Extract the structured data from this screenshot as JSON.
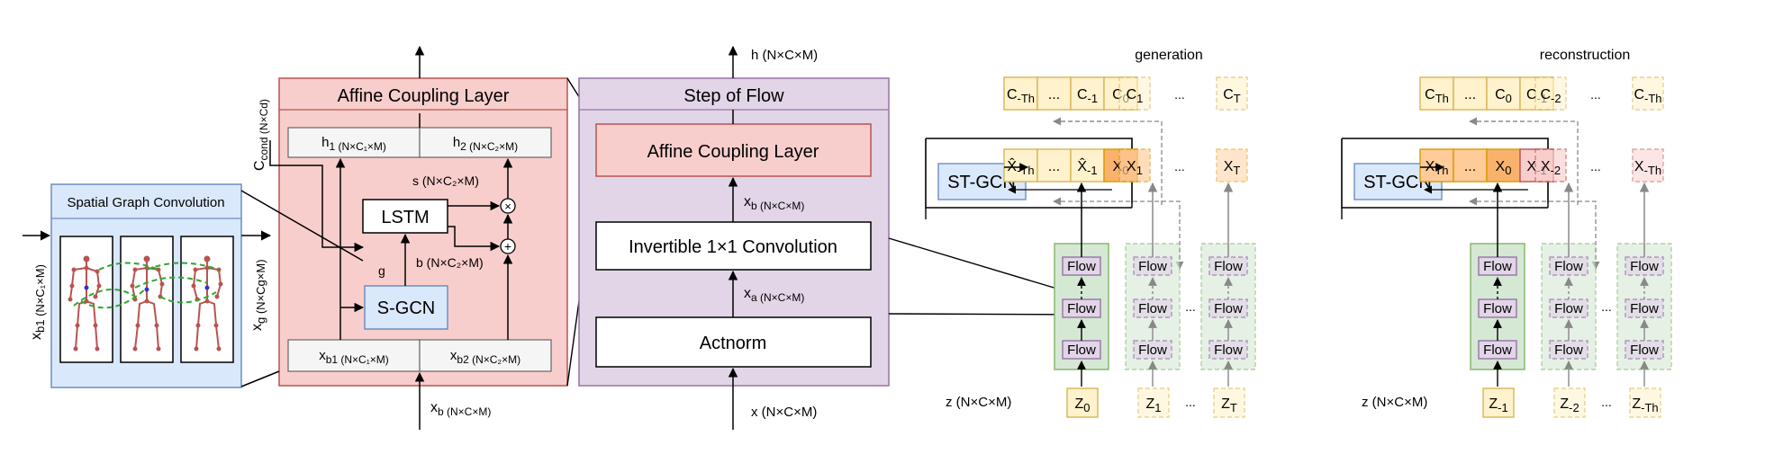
{
  "scgn": {
    "title": "Spatial Graph Convolution",
    "input_main": "x",
    "input_sub": "b1 (N×C₁×M)",
    "output_main": "x",
    "output_sub": "g (N×Cg×M)"
  },
  "acl": {
    "title": "Affine Coupling Layer",
    "cond_main": "C",
    "cond_sub": "cond (N×Cd)",
    "h1_main": "h",
    "h1_sub": "1 (N×C₁×M)",
    "h2_main": "h",
    "h2_sub": "2 (N×C₂×M)",
    "xb1_main": "x",
    "xb1_sub": "b1 (N×C₁×M)",
    "xb2_main": "x",
    "xb2_sub": "b2 (N×C₂×M)",
    "lstm": "LSTM",
    "sgcn": "S-GCN",
    "s_label": "s (N×C₂×M)",
    "b_label": "b (N×C₂×M)",
    "g_label": "g",
    "input_main": "x",
    "input_sub": "b (N×C×M)",
    "mult_symbol": "×",
    "plus_symbol": "+"
  },
  "flow": {
    "title": "Step of Flow",
    "acl": "Affine Coupling Layer",
    "inv_conv": "Invertible 1×1 Convolution",
    "actnorm": "Actnorm",
    "xb_main": "x",
    "xb_sub": "b (N×C×M)",
    "xa_main": "x",
    "xa_sub": "a (N×C×M)",
    "input": "x (N×C×M)",
    "output": "h (N×C×M)"
  },
  "generation": {
    "title": "generation",
    "stgcn": "ST-GCN",
    "cond_top": [
      [
        "C",
        "-Th"
      ],
      [
        "...",
        ""
      ],
      [
        "C",
        "-1"
      ],
      [
        "C",
        "0"
      ]
    ],
    "cond_next": [
      [
        "C",
        "1"
      ],
      [
        "C",
        "T"
      ]
    ],
    "x_hist": [
      [
        "X̂",
        "-Th"
      ],
      [
        "...",
        ""
      ],
      [
        "X̂",
        "-1"
      ],
      [
        "X",
        "0"
      ]
    ],
    "x_next": [
      [
        "X",
        "1"
      ],
      [
        "X",
        "T"
      ]
    ],
    "flow_label": "Flow",
    "z_label": "z (N×C×M)",
    "z": [
      [
        "Z",
        "0"
      ],
      [
        "Z",
        "1"
      ],
      [
        "Z",
        "T"
      ]
    ],
    "ellipsis": "..."
  },
  "reconstruction": {
    "title": "reconstruction",
    "stgcn": "ST-GCN",
    "cond_top": [
      [
        "C",
        "Th"
      ],
      [
        "...",
        ""
      ],
      [
        "C",
        "0"
      ],
      [
        "C",
        "-1"
      ]
    ],
    "cond_next": [
      [
        "C",
        "-2"
      ],
      [
        "C",
        "-Th"
      ]
    ],
    "x_hist": [
      [
        "X",
        "Th"
      ],
      [
        "...",
        ""
      ],
      [
        "X",
        "0"
      ],
      [
        "X",
        "-1"
      ]
    ],
    "x_next": [
      [
        "X",
        "-2"
      ],
      [
        "X",
        "-Th"
      ]
    ],
    "flow_label": "Flow",
    "z_label": "z (N×C×M)",
    "z": [
      [
        "Z",
        "-1"
      ],
      [
        "Z",
        "-2"
      ],
      [
        "Z",
        "-Th"
      ]
    ],
    "ellipsis": "..."
  },
  "colors": {
    "blue_fill": "#dae8fc",
    "blue_stroke": "#6c8ebf",
    "red_fill": "#f8cecc",
    "red_stroke": "#b85450",
    "purple_fill": "#e1d5e7",
    "purple_stroke": "#9673a6",
    "green_fill": "#d5e8d4",
    "green_stroke": "#82b366",
    "yellow_fill": "#fff2cc",
    "yellow_stroke": "#d6b656",
    "orange_fill": "#ffcc99",
    "orange_dark": "#f9b26b",
    "grey_fill": "#f5f5f5",
    "grey_stroke": "#666666"
  }
}
